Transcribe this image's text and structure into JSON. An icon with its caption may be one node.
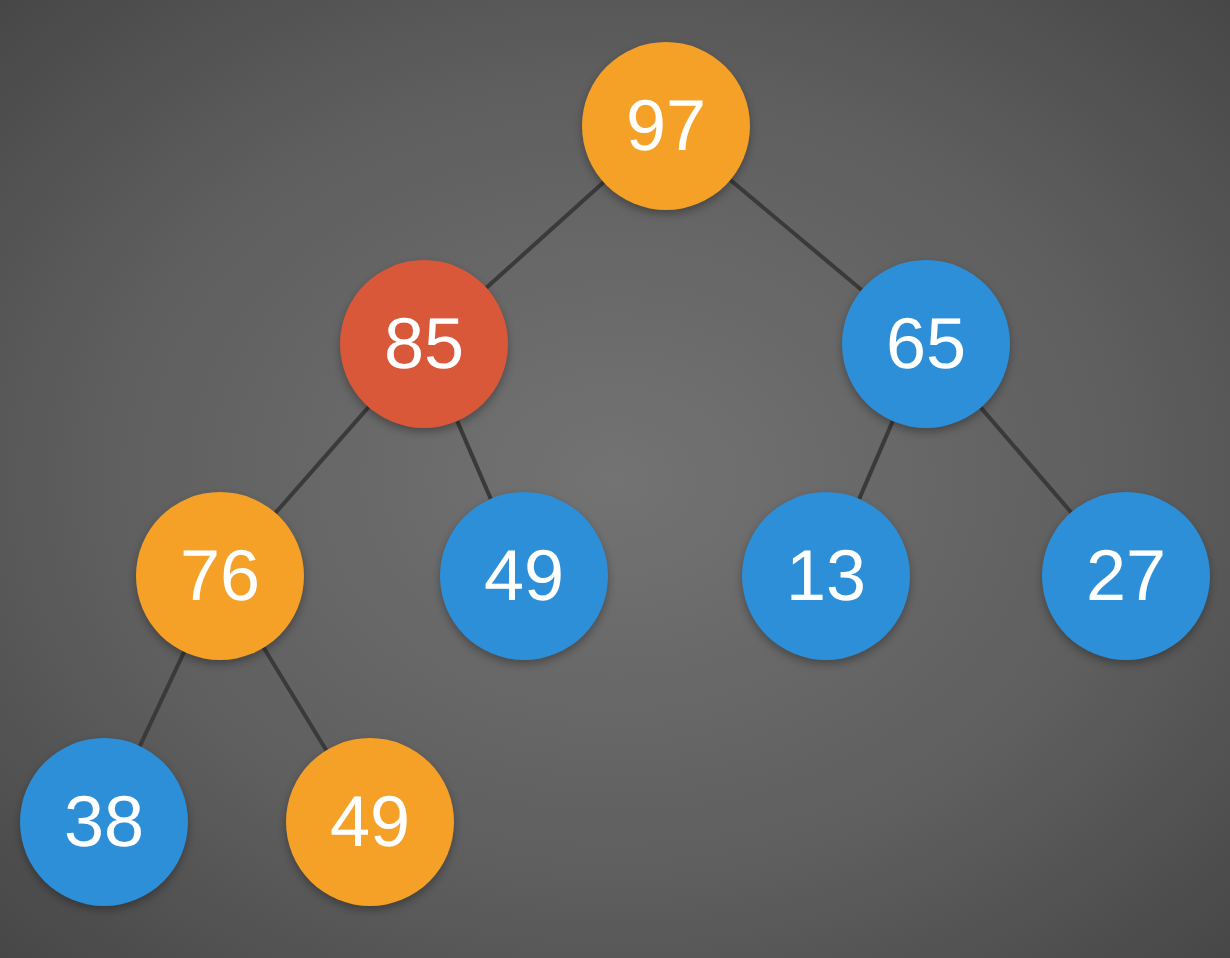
{
  "diagram": {
    "nodes": [
      {
        "text": [
          "97"
        ]
      },
      {
        "text": [
          "85"
        ]
      },
      {
        "text": [
          "65"
        ]
      },
      {
        "text": [
          "76"
        ]
      },
      {
        "text": [
          "49"
        ]
      },
      {
        "text": [
          "13"
        ]
      },
      {
        "text": [
          "27"
        ]
      },
      {
        "text": [
          "38"
        ]
      },
      {
        "text": [
          "49"
        ]
      }
    ],
    "edges": [
      {
        "from": 0,
        "to": 1,
        "arrow": "none"
      },
      {
        "from": 0,
        "to": 2,
        "arrow": "none"
      },
      {
        "from": 1,
        "to": 3,
        "arrow": "none"
      },
      {
        "from": 1,
        "to": 4,
        "arrow": "none"
      },
      {
        "from": 2,
        "to": 5,
        "arrow": "none"
      },
      {
        "from": 2,
        "to": 6,
        "arrow": "none"
      },
      {
        "from": 3,
        "to": 7,
        "arrow": "none"
      },
      {
        "from": 3,
        "to": 8,
        "arrow": "none"
      }
    ]
  }
}
